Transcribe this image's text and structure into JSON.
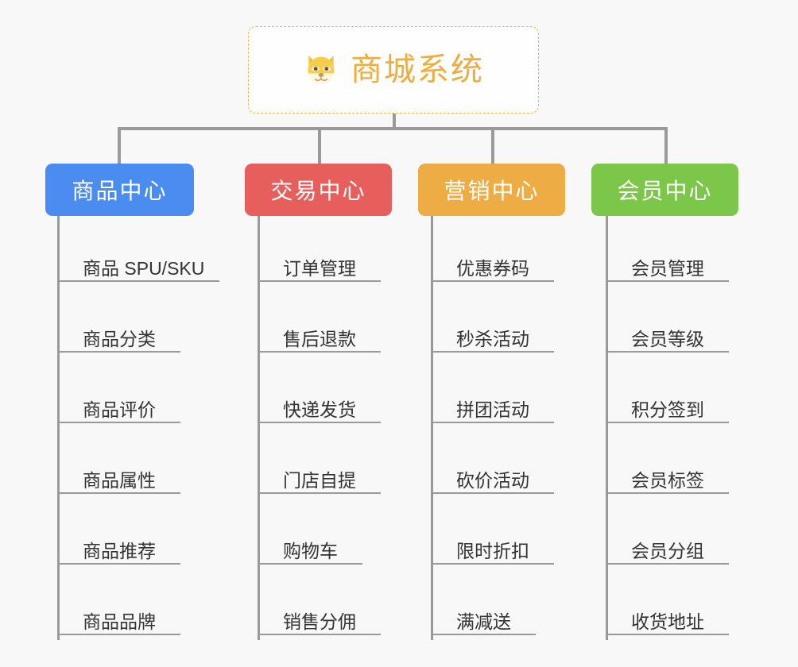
{
  "diagram": {
    "type": "mindmap",
    "background_color": "#f8f8f8",
    "connector_color": "#9a9a9a",
    "root": {
      "title": "商城系统",
      "icon": "shiba-dog-face-icon",
      "text_color": "#efad3e",
      "border_color": "#f0b44a",
      "background_color": "#fefefe"
    },
    "branches": [
      {
        "label": "商品中心",
        "color": "#4a8cf0",
        "items": [
          "商品 SPU/SKU",
          "商品分类",
          "商品评价",
          "商品属性",
          "商品推荐",
          "商品品牌"
        ]
      },
      {
        "label": "交易中心",
        "color": "#e65f5c",
        "items": [
          "订单管理",
          "售后退款",
          "快递发货",
          "门店自提",
          "购物车",
          "销售分佣"
        ]
      },
      {
        "label": "营销中心",
        "color": "#eeac44",
        "items": [
          "优惠券码",
          "秒杀活动",
          "拼团活动",
          "砍价活动",
          "限时折扣",
          "满减送"
        ]
      },
      {
        "label": "会员中心",
        "color": "#7cc64a",
        "items": [
          "会员管理",
          "会员等级",
          "积分签到",
          "会员标签",
          "会员分组",
          "收货地址"
        ]
      }
    ]
  }
}
